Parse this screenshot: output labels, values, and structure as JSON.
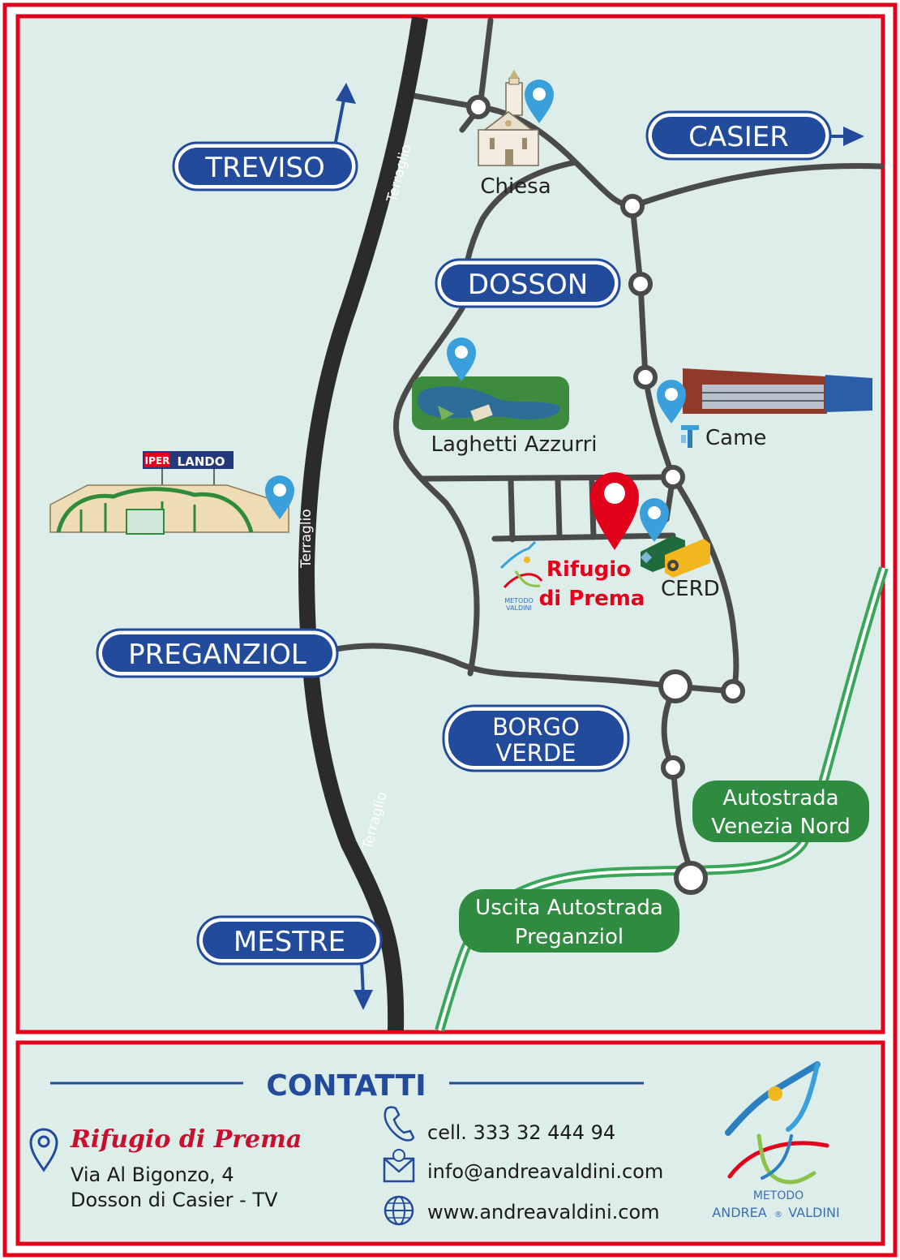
{
  "colors": {
    "frame": "#e3001b",
    "background": "#dcedea",
    "pill_blue": "#234b9b",
    "pill_green": "#2f8b3f",
    "road_gray": "#4a4a4a",
    "pin_blue": "#3aa0dc",
    "pin_red": "#e3001b",
    "highway_green": "#3aa659"
  },
  "directions": {
    "treviso": "TREVISO",
    "casier": "CASIER",
    "dosson": "DOSSON",
    "preganziol": "PREGANZIOL",
    "borgo_verde_line1": "BORGO",
    "borgo_verde_line2": "VERDE",
    "mestre": "MESTRE"
  },
  "road_labels": {
    "terraglio": "Terraglio"
  },
  "places": {
    "chiesa": "Chiesa",
    "laghetti": "Laghetti Azzurri",
    "came": "Came",
    "cerd": "CERD",
    "iperlando_a": "IPER",
    "iperlando_b": "LANDO"
  },
  "destination": {
    "line1": "Rifugio",
    "line2": "di Prema"
  },
  "highway": {
    "nord_line1": "Autostrada",
    "nord_line2": "Venezia Nord",
    "uscita_line1": "Uscita Autostrada",
    "uscita_line2": "Preganziol"
  },
  "logo": {
    "line1": "METODO",
    "line2": "ANDREA",
    "sep": "®",
    "line3": "VALDINI"
  },
  "contacts": {
    "title": "CONTATTI",
    "name": "Rifugio di Prema",
    "address1": "Via Al Bigonzo, 4",
    "address2": "Dosson di Casier - TV",
    "phone": "cell. 333 32 444 94",
    "email": "info@andreavaldini.com",
    "web": "www.andreavaldini.com"
  },
  "icons": {
    "location": "location-pin-icon",
    "phone": "phone-icon",
    "email": "email-icon",
    "web": "globe-icon"
  }
}
